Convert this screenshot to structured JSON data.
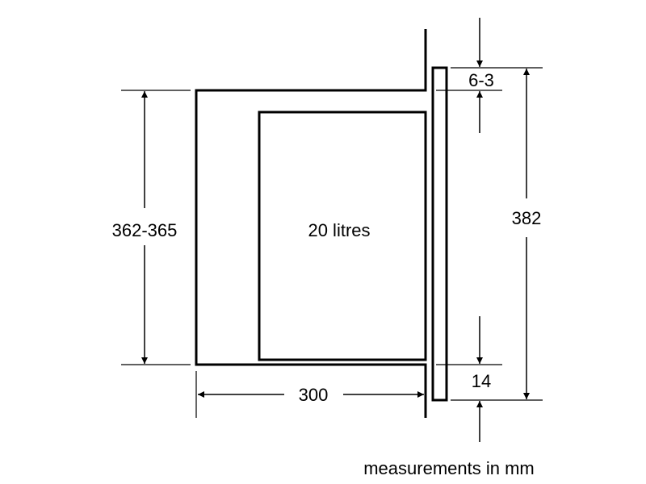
{
  "labels": {
    "volume": "20 litres",
    "cavity_height": "362-365",
    "depth": "300",
    "offset_top": "6-3",
    "total_height": "382",
    "offset_bottom": "14",
    "units_note": "measurements in mm"
  }
}
